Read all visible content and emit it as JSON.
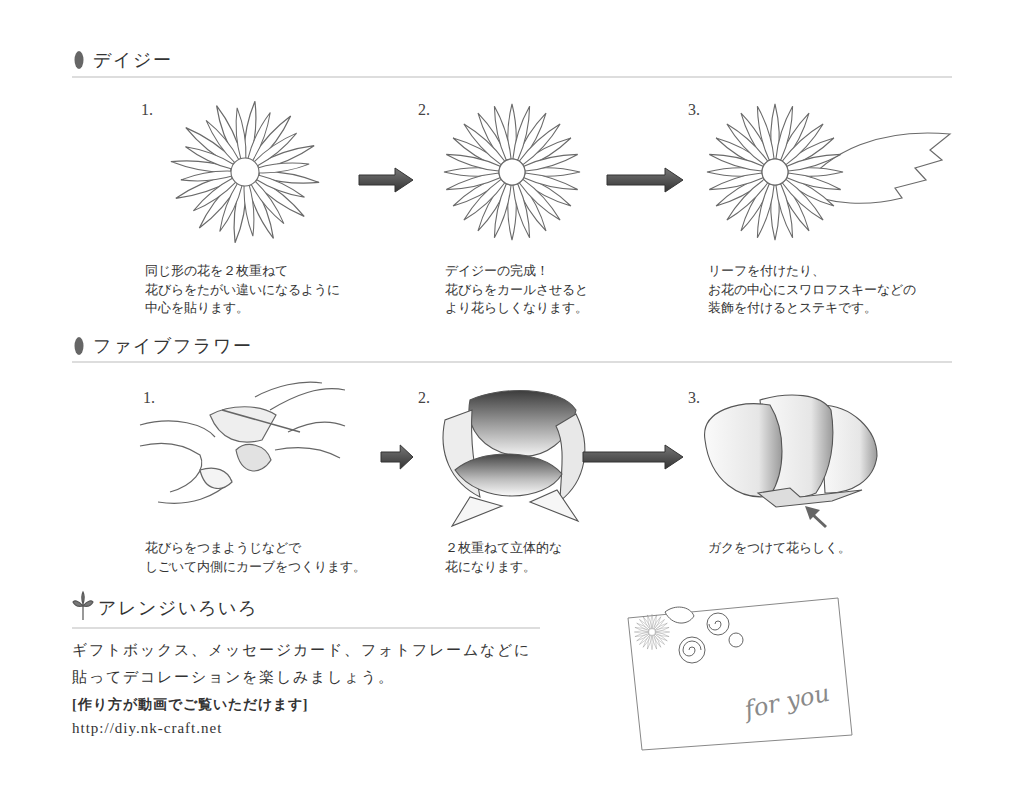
{
  "diagram": {
    "nodes": [
      {
        "text": [
          "1.",
          "同じ形の花を２枚重ねて 花びらをたがい違いになるように 中心を貼ります。"
        ]
      },
      {
        "text": [
          "2.",
          "デイジーの完成！ 花びらをカールさせると より花らしくなります。"
        ]
      },
      {
        "text": [
          "3.",
          "リーフを付けたり、 お花の中心にスワロフスキーなどの 装飾を付けるとステキです。"
        ]
      },
      {
        "text": [
          "1.",
          "花びらをつまようじなどで しごいて内側にカーブをつくります。"
        ]
      },
      {
        "text": [
          "2.",
          "２枚重ねて立体的な 花になります。"
        ]
      },
      {
        "text": [
          "3.",
          "ガクをつけて花らしく。"
        ]
      }
    ],
    "edges": [
      {
        "from": 0,
        "to": 1,
        "arrow": "to"
      },
      {
        "from": 1,
        "to": 2,
        "arrow": "to"
      },
      {
        "from": 3,
        "to": 4,
        "arrow": "to"
      },
      {
        "from": 4,
        "to": 5,
        "arrow": "to"
      }
    ],
    "labels": [
      "デイジー",
      "ファイブフラワー",
      "アレンジいろいろ",
      "ギフトボックス、メッセージカード、フォトフレームなどに 貼ってデコレーションを楽しみましょう。",
      "[作り方が動画でご覧いただけます]",
      "http://diy.nk-craft.net",
      "for you"
    ]
  }
}
